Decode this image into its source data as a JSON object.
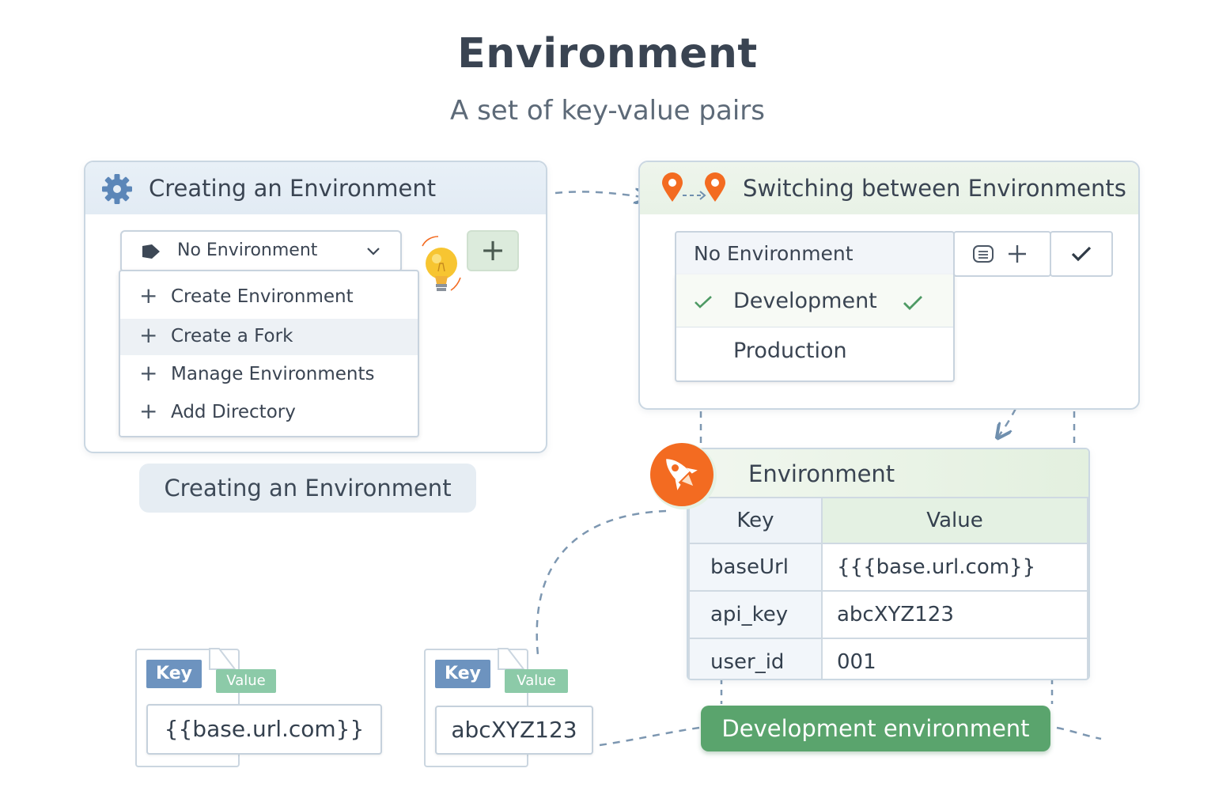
{
  "header": {
    "title": "Environment",
    "subtitle": "A set of key-value pairs"
  },
  "create_panel": {
    "title": "Creating an Environment",
    "icon": "gear-icon",
    "select_value": "No Environment",
    "menu_items": [
      {
        "label": "Create Environment"
      },
      {
        "label": "Create a Fork"
      },
      {
        "label": "Manage Environments"
      },
      {
        "label": "Add Directory"
      }
    ],
    "add_button": "+",
    "caption": "Creating an Environment"
  },
  "switch_panel": {
    "title": "Switching between Environments",
    "select_value": "No Environment",
    "options": [
      {
        "label": "Development",
        "selected": true
      },
      {
        "label": "Production",
        "selected": false
      }
    ]
  },
  "env_table": {
    "title": "Environment",
    "columns": [
      "Key",
      "Value"
    ],
    "rows": [
      {
        "key": "baseUrl",
        "value": "{{{base.url.com}}"
      },
      {
        "key": "api_key",
        "value": "abcXYZ123"
      },
      {
        "key": "user_id",
        "value": "001"
      }
    ],
    "badge": "Development environment"
  },
  "kv_cards": [
    {
      "key_tag": "Key",
      "value_tag": "Value",
      "value": "{{base.url.com}}"
    },
    {
      "key_tag": "Key",
      "value_tag": "Value",
      "value": "abcXYZ123"
    }
  ],
  "colors": {
    "accent_orange": "#f36b21",
    "accent_green": "#5aa46d",
    "accent_blue": "#5b86b8",
    "text": "#3a4452"
  }
}
